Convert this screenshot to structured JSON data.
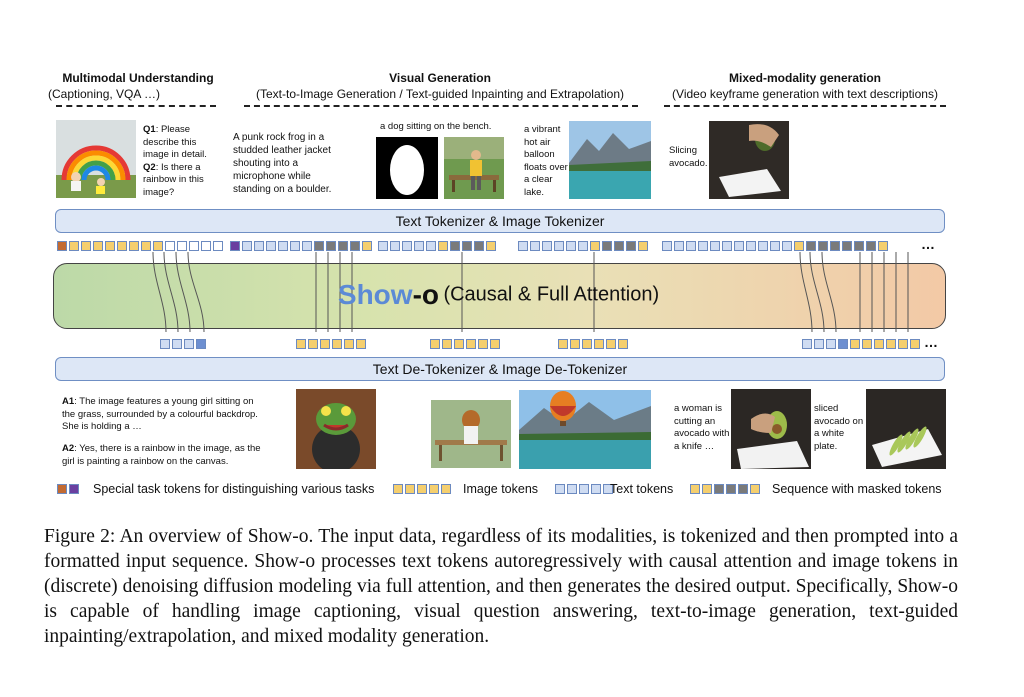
{
  "sections": {
    "understanding": {
      "title": "Multimodal Understanding",
      "subtitle": "(Captioning, VQA …)"
    },
    "generation": {
      "title": "Visual Generation",
      "subtitle": "(Text-to-Image Generation / Text-guided Inpainting and Extrapolation)"
    },
    "mixed": {
      "title": "Mixed-modality generation",
      "subtitle": "(Video keyframe generation with text descriptions)"
    }
  },
  "inputs": {
    "q1_label": "Q1",
    "q1_text": ": Please describe this image in detail.",
    "q2_label": "Q2",
    "q2_text": ": Is there a rainbow in this image?",
    "frog_prompt": "A punk rock frog in a studded leather jacket shouting into a microphone while standing on a boulder.",
    "dog_prompt": "a dog sitting on the bench.",
    "balloon_prompt": "a vibrant hot air balloon floats over a clear lake.",
    "avocado_prompt": "Slicing avocado."
  },
  "tokenizer_label": "Text Tokenizer & Image Tokenizer",
  "model": {
    "name_part1": "Show",
    "name_sep": "-",
    "name_part2": "o",
    "mode": "(Causal & Full Attention)"
  },
  "detokenizer_label": "Text De-Tokenizer & Image De-Tokenizer",
  "ellipsis": "…",
  "outputs": {
    "a1_label": "A1",
    "a1_text": ": The image features a young girl sitting on the grass, surrounded by a colourful backdrop. She is holding a …",
    "a2_label": "A2",
    "a2_text": ": Yes, there is a rainbow in the image, as the girl is painting a rainbow on the canvas.",
    "cut_text": "a woman is cutting an avocado with a knife …",
    "sliced_text": "sliced avocado on a white plate."
  },
  "legend": {
    "special": "Special task tokens for distinguishing various tasks",
    "image": "Image tokens",
    "text": "Text tokens",
    "masked": "Sequence with masked tokens"
  },
  "caption": "Figure 2:  An overview of Show-o.  The input data, regardless of its modalities, is tokenized and then prompted into a formatted input sequence. Show-o processes text tokens autoregressively with causal attention and image tokens in (discrete) denoising diffusion modeling via full attention, and then generates the desired output. Specifically, Show-o is capable of handling image captioning, visual question answering, text-to-image generation, text-guided inpainting/extrapolation, and mixed modality generation.",
  "colors": {
    "image_token": "#f5cf6e",
    "masked_token": "#7a7a7a",
    "text_token": "#cfdcf2",
    "special_orange": "#c26a32",
    "special_purple": "#6a3fa0"
  }
}
